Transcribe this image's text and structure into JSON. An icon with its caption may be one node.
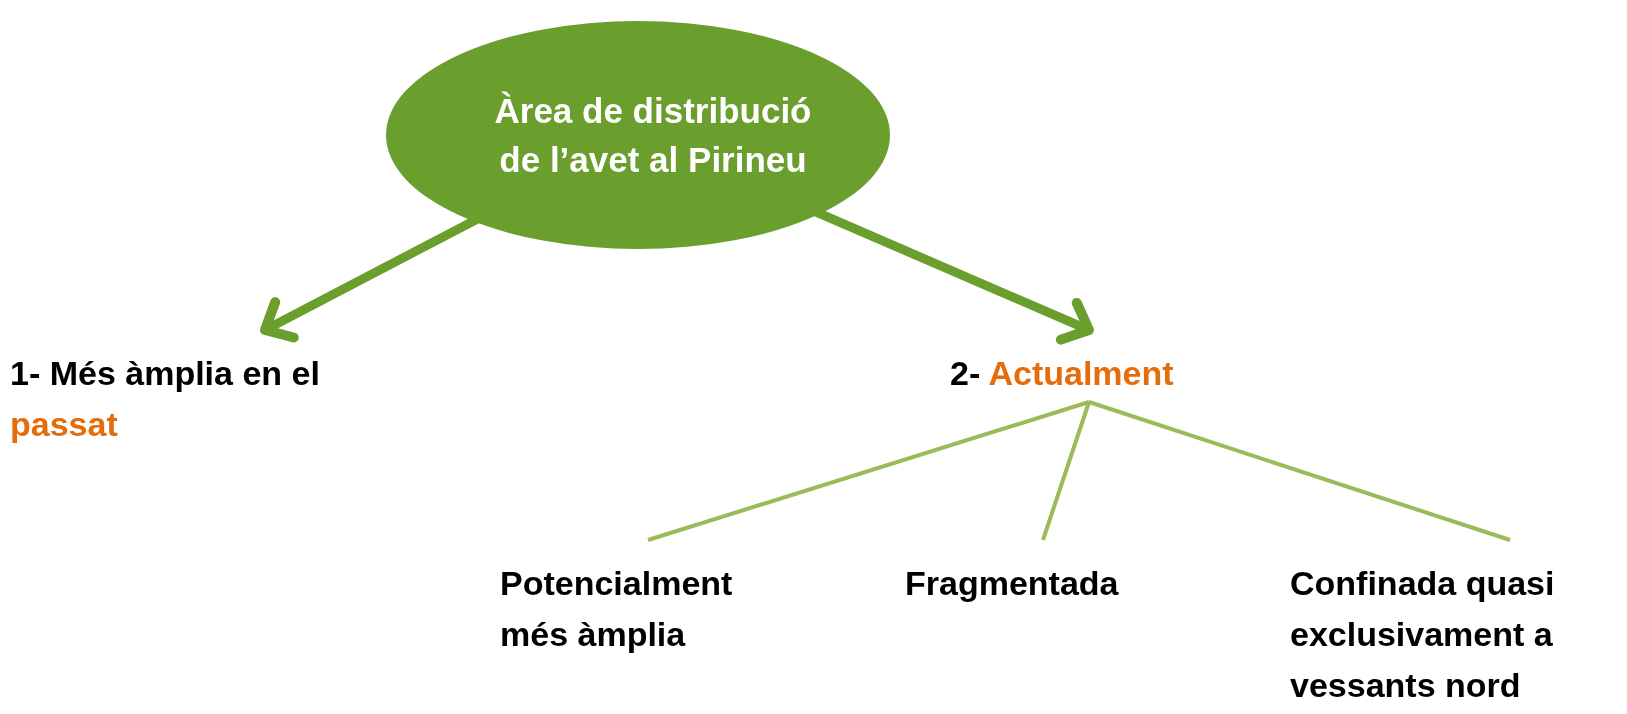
{
  "diagram": {
    "nodes": [
      {
        "text": [
          "Àrea de distribució de l’avet al Pirineu"
        ]
      },
      {
        "text": [
          "1- Més àmplia en el",
          "passat"
        ]
      },
      {
        "text": [
          "2-",
          "Actualment"
        ]
      },
      {
        "text": [
          "Potencialment més àmplia"
        ]
      },
      {
        "text": [
          "Fragmentada"
        ]
      },
      {
        "text": [
          "Confinada quasi exclusivament a vessants nord"
        ]
      }
    ],
    "edges": [
      {
        "from": 0,
        "to": 1,
        "arrow": "to",
        "style": "thick",
        "color": "#6a9e2d"
      },
      {
        "from": 0,
        "to": 2,
        "arrow": "to",
        "style": "thick",
        "color": "#6a9e2d"
      },
      {
        "from": 2,
        "to": 3,
        "arrow": "none"
      },
      {
        "from": 2,
        "to": 4,
        "arrow": "none"
      },
      {
        "from": 2,
        "to": 5,
        "arrow": "none"
      }
    ]
  }
}
